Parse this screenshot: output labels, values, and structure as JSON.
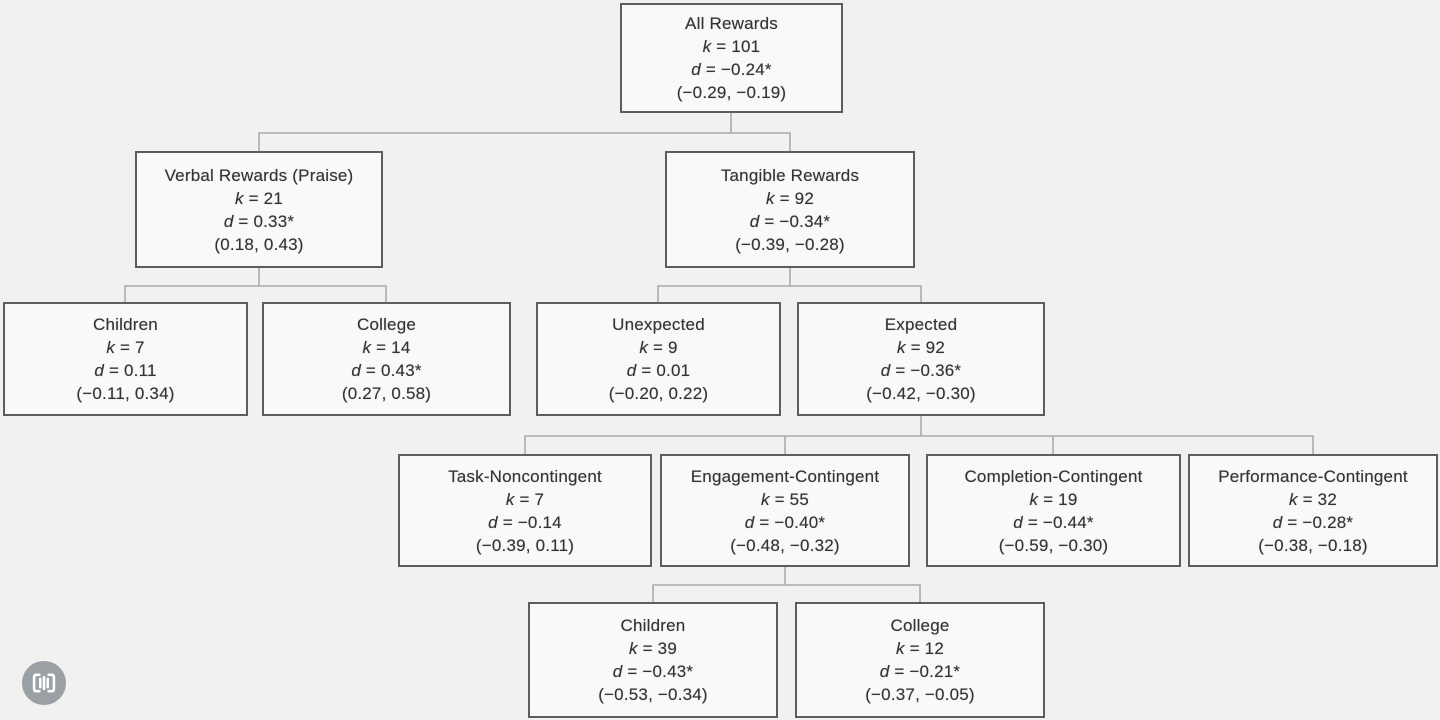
{
  "figure": {
    "type": "hierarchical tree diagram",
    "description": "Meta-analysis of reward effects: number of studies (k), effect size (d) and confidence intervals for reward subcategories"
  },
  "vars": {
    "k": "k",
    "d": "d"
  },
  "colors": {
    "page_bg": "#f1f1f0",
    "box_bg": "#f9f9f8",
    "box_border": "#5d5d5d",
    "line": "#ababab",
    "text": "#333333",
    "badge_bg": "#9aa0a3"
  },
  "badge": {
    "icon": "viewfinder-bars-logo"
  },
  "nodes": [
    {
      "id": "all-rewards",
      "parent": null,
      "title": "All Rewards",
      "k_eq": " = 101",
      "d_eq": " = −0.24*",
      "ci": "(−0.29, −0.19)"
    },
    {
      "id": "verbal-rewards",
      "parent": "all-rewards",
      "title": "Verbal Rewards (Praise)",
      "k_eq": " = 21",
      "d_eq": " = 0.33*",
      "ci": "(0.18, 0.43)"
    },
    {
      "id": "tangible-rewards",
      "parent": "all-rewards",
      "title": "Tangible Rewards",
      "k_eq": " = 92",
      "d_eq": " = −0.34*",
      "ci": "(−0.39, −0.28)"
    },
    {
      "id": "children-verbal",
      "parent": "verbal-rewards",
      "title": "Children",
      "k_eq": " = 7",
      "d_eq": " = 0.11",
      "ci": "(−0.11, 0.34)"
    },
    {
      "id": "college-verbal",
      "parent": "verbal-rewards",
      "title": "College",
      "k_eq": " = 14",
      "d_eq": " = 0.43*",
      "ci": "(0.27, 0.58)"
    },
    {
      "id": "unexpected",
      "parent": "tangible-rewards",
      "title": "Unexpected",
      "k_eq": " = 9",
      "d_eq": " = 0.01",
      "ci": "(−0.20, 0.22)"
    },
    {
      "id": "expected",
      "parent": "tangible-rewards",
      "title": "Expected",
      "k_eq": " = 92",
      "d_eq": " = −0.36*",
      "ci": "(−0.42, −0.30)"
    },
    {
      "id": "task-noncontingent",
      "parent": "expected",
      "title": "Task-Noncontingent",
      "k_eq": " = 7",
      "d_eq": " = −0.14",
      "ci": "(−0.39, 0.11)"
    },
    {
      "id": "engagement-contingent",
      "parent": "expected",
      "title": "Engagement-Contingent",
      "k_eq": " = 55",
      "d_eq": " = −0.40*",
      "ci": "(−0.48, −0.32)"
    },
    {
      "id": "completion-contingent",
      "parent": "expected",
      "title": "Completion-Contingent",
      "k_eq": " = 19",
      "d_eq": " = −0.44*",
      "ci": "(−0.59, −0.30)"
    },
    {
      "id": "performance-contingent",
      "parent": "expected",
      "title": "Performance-Contingent",
      "k_eq": " = 32",
      "d_eq": " = −0.28*",
      "ci": "(−0.38, −0.18)"
    },
    {
      "id": "children-engagement",
      "parent": "engagement-contingent",
      "title": "Children",
      "k_eq": " = 39",
      "d_eq": " = −0.43*",
      "ci": "(−0.53, −0.34)"
    },
    {
      "id": "college-engagement",
      "parent": "engagement-contingent",
      "title": "College",
      "k_eq": " = 12",
      "d_eq": " = −0.21*",
      "ci": "(−0.37, −0.05)"
    }
  ]
}
